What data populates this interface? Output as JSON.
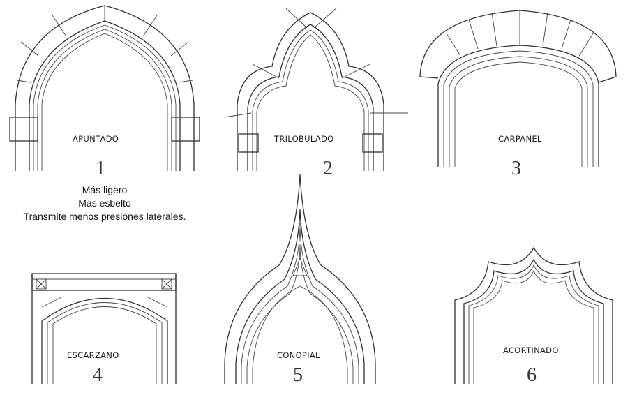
{
  "arches": [
    {
      "label": "APUNTADO",
      "number": "1"
    },
    {
      "label": "TRILOBULADO",
      "number": "2"
    },
    {
      "label": "CARPANEL",
      "number": "3"
    },
    {
      "label": "ESCARZANO",
      "number": "4"
    },
    {
      "label": "CONOPIAL",
      "number": "5"
    },
    {
      "label": "ACORTINADO",
      "number": "6"
    }
  ],
  "notes": [
    "Más ligero",
    "Más esbelto",
    "Transmite menos presiones laterales."
  ]
}
